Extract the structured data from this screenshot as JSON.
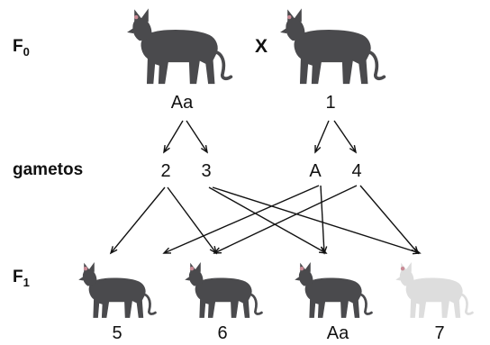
{
  "rows": {
    "f0": {
      "main": "F",
      "sub": "0"
    },
    "gametes": "gametos",
    "f1": {
      "main": "F",
      "sub": "1"
    }
  },
  "cross_symbol": "X",
  "parents": [
    {
      "label": "Aa",
      "fur": "dark"
    },
    {
      "label": "1",
      "fur": "dark"
    }
  ],
  "gametes": [
    "2",
    "3",
    "A",
    "4"
  ],
  "offspring": [
    {
      "label": "5",
      "fur": "dark"
    },
    {
      "label": "6",
      "fur": "dark"
    },
    {
      "label": "Aa",
      "fur": "dark"
    },
    {
      "label": "7",
      "fur": "light"
    }
  ],
  "colors": {
    "dark_fur": "#4a4a4d",
    "light_fur": "#dddddd",
    "ear_inner": "#c98a95",
    "arrow": "#111111"
  }
}
